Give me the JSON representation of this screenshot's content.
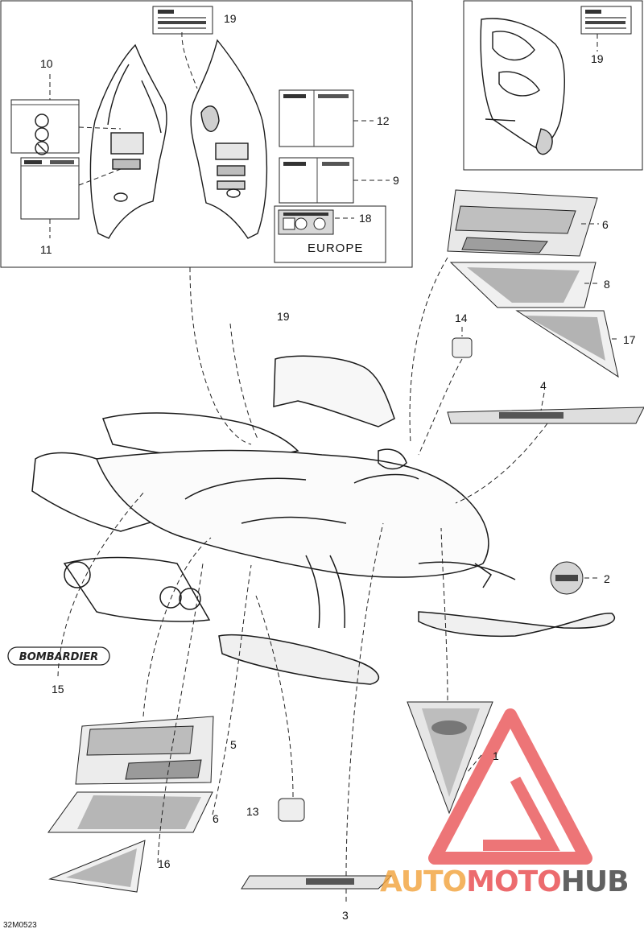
{
  "diagram": {
    "code": "32M0523",
    "region_label": "EUROPE",
    "bombardier_decal_text": "BOMBARDIER",
    "callouts": [
      "1",
      "2",
      "3",
      "4",
      "5",
      "6",
      "6",
      "8",
      "9",
      "10",
      "11",
      "12",
      "13",
      "14",
      "15",
      "16",
      "17",
      "18",
      "19",
      "19",
      "19"
    ]
  },
  "watermark": {
    "part1": "AUTO",
    "part2": "MOTO",
    "part3": "HUB",
    "color_main": "#e8474a",
    "color_accent": "#f2a23a",
    "color_dark": "#3a3a3a"
  },
  "colors": {
    "line": "#1a1a1a",
    "decal_fill": "#d9d9d9",
    "decal_dark": "#555555"
  }
}
